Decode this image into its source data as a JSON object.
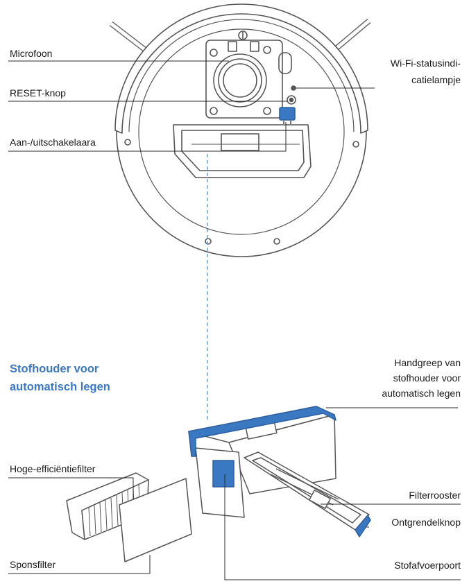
{
  "robot_labels": {
    "microphone": "Microfoon",
    "reset_button": "RESET-knop",
    "power_switch": "Aan-/uitschakelaara",
    "wifi_indicator_line1": "Wi-Fi-statusindi-",
    "wifi_indicator_line2": "catielampje"
  },
  "bin": {
    "title_line1": "Stofhouder voor",
    "title_line2": "automatisch legen",
    "handle_line1": "Handgreep van",
    "handle_line2": "stofhouder voor",
    "handle_line3": "automatisch legen",
    "hepa_filter": "Hoge-efficiëntiefilter",
    "sponge_filter": "Sponsfilter",
    "filter_grille": "Filterrooster",
    "release_button": "Ontgrendelknop",
    "dust_outlet": "Stofafvoerpoort"
  },
  "colors": {
    "accent": "#3a78c2",
    "line": "#2b2b2b",
    "outline": "#555555"
  }
}
